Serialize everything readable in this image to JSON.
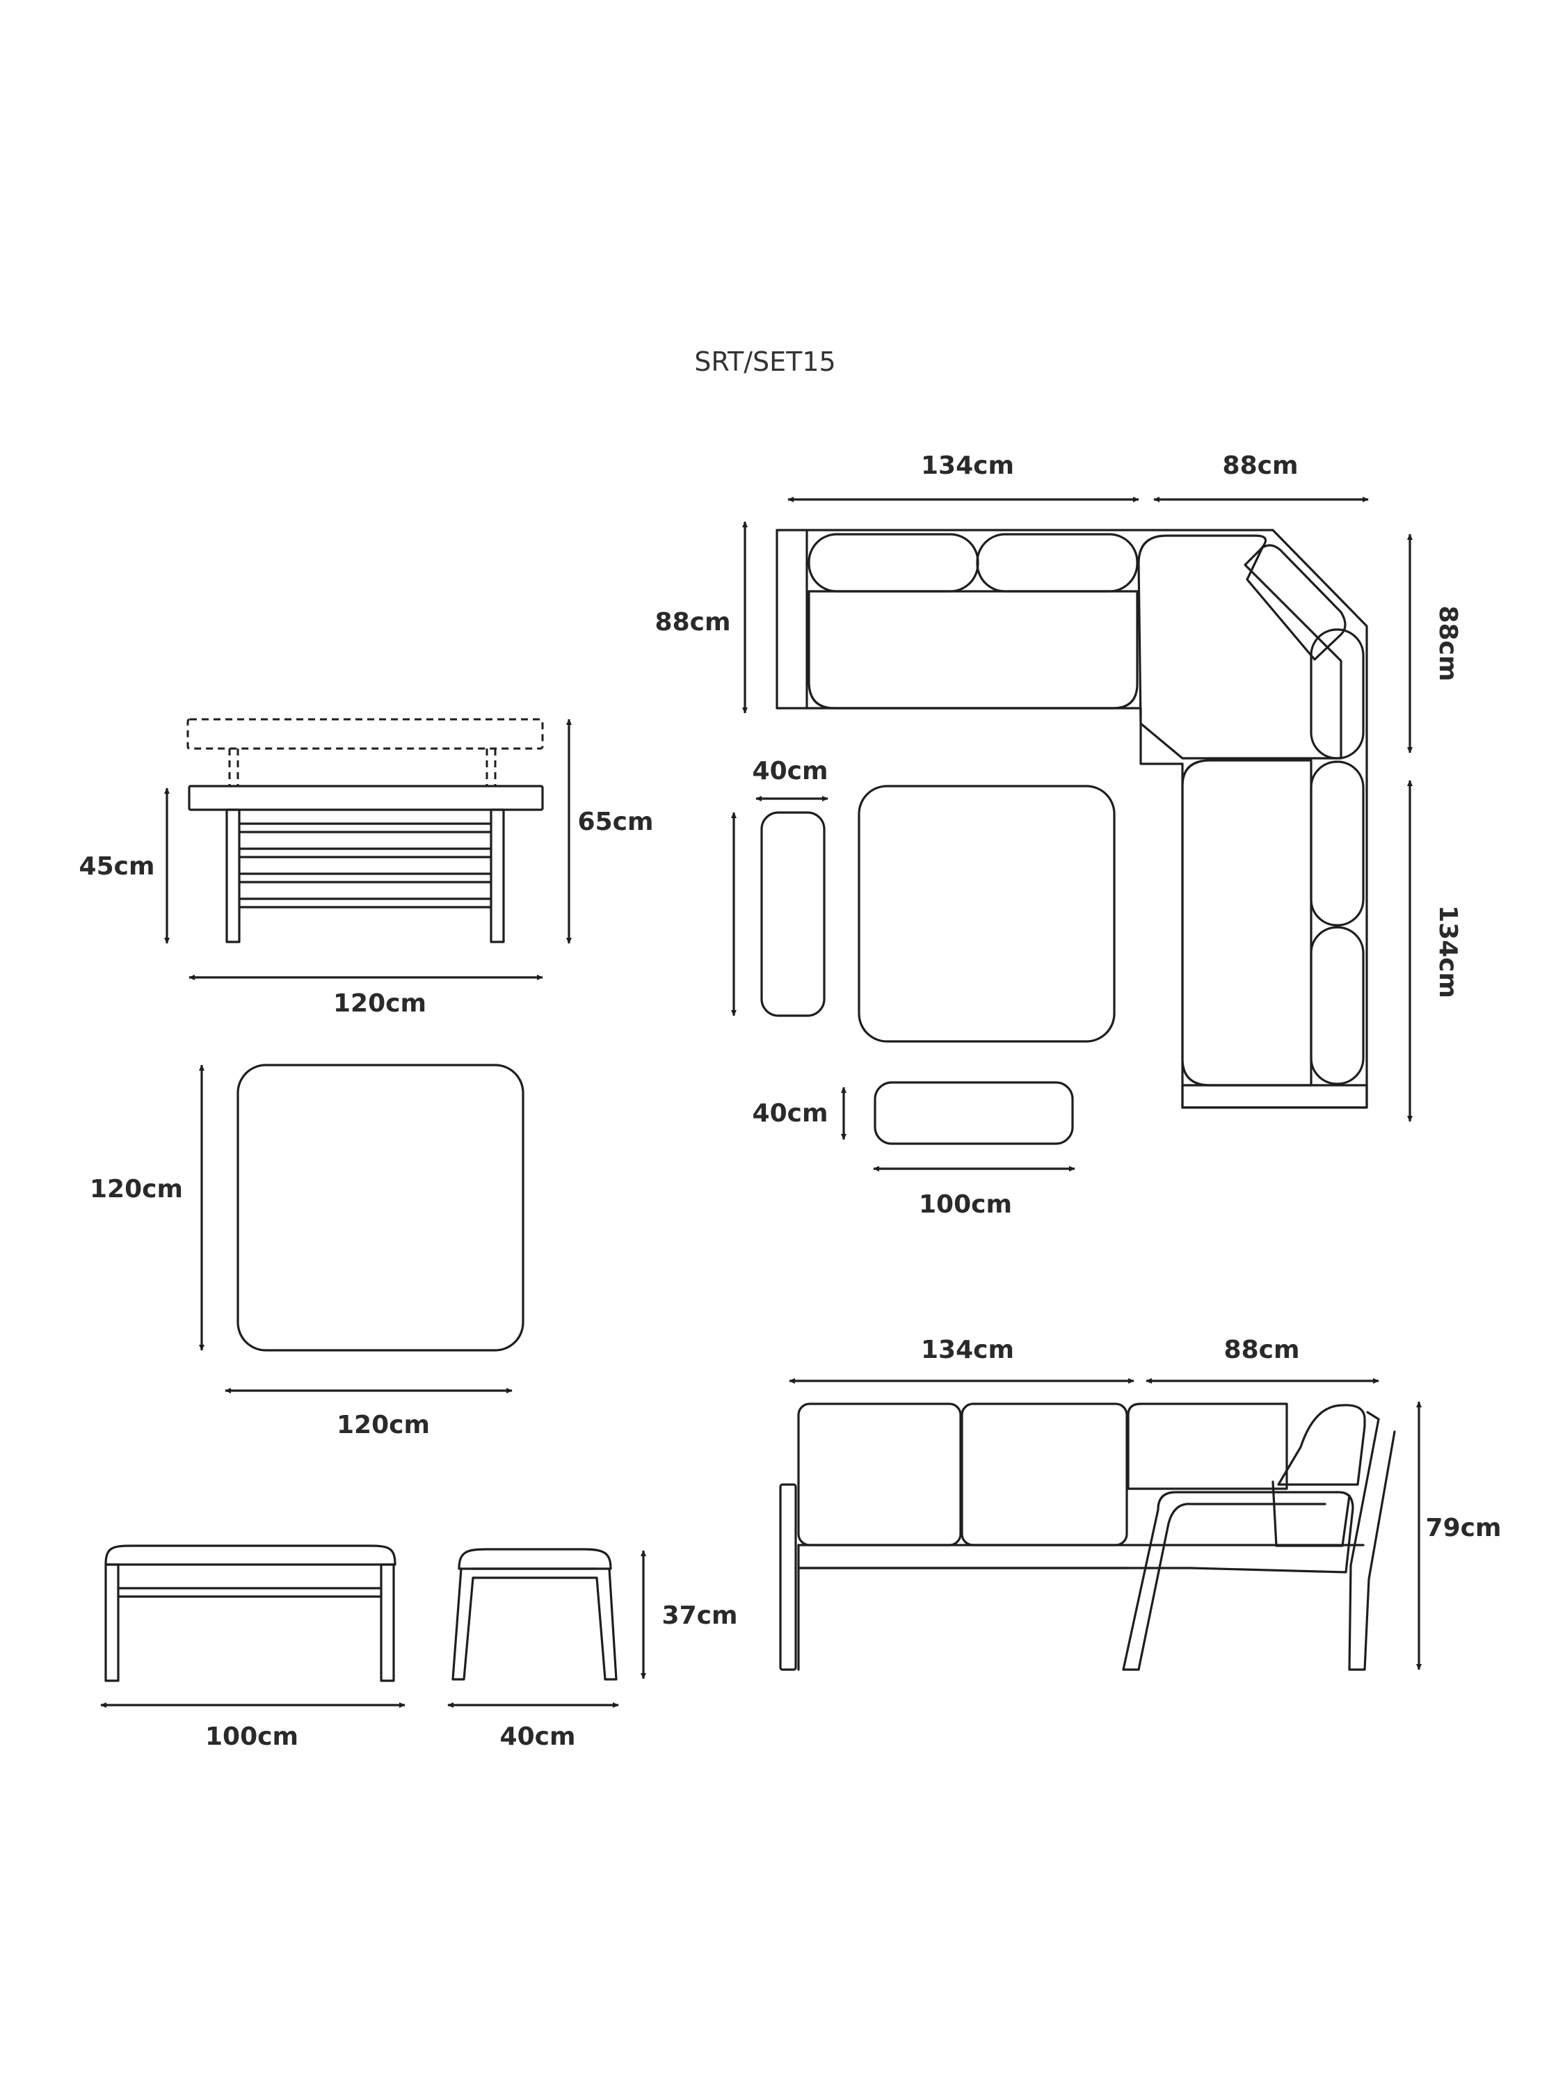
{
  "model_code": "SRT/SET15",
  "colors": {
    "line": "#1e1e1e",
    "text": "#2a2a2a",
    "background": "#ffffff"
  },
  "dimensions": {
    "table_side_height_leg": "45cm",
    "table_side_height_raised": "65cm",
    "table_side_width": "120cm",
    "table_top_depth": "120cm",
    "table_top_width": "120cm",
    "bench_front_width": "100cm",
    "stool_front_width": "40cm",
    "stool_front_height": "37cm",
    "plan_top_left_width": "134cm",
    "plan_top_right_width": "88cm",
    "plan_left_depth": "88cm",
    "plan_right_depth_upper": "88cm",
    "plan_right_depth_lower": "134cm",
    "plan_stool_width": "40cm",
    "plan_bench_depth": "40cm",
    "plan_bench_width": "100cm",
    "sofa_front_left_width": "134cm",
    "sofa_front_right_width": "88cm",
    "sofa_front_height": "79cm"
  }
}
